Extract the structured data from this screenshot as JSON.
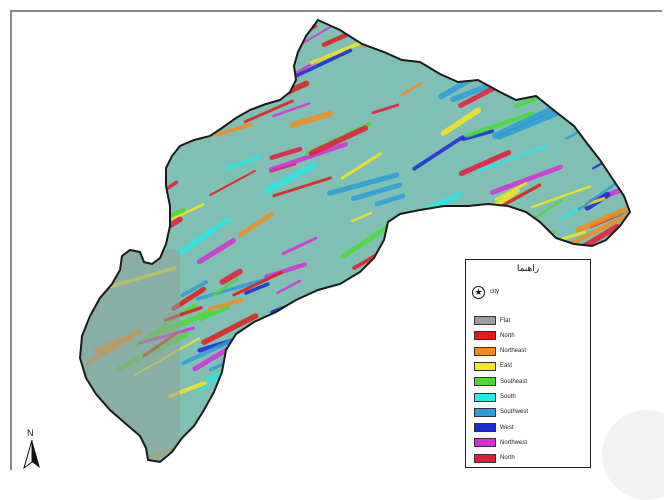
{
  "legend": {
    "title": "راهنما",
    "city_label": "city",
    "city_icon": "star-in-circle-icon",
    "items": [
      {
        "label": "Flat",
        "color": "#9e9e9e"
      },
      {
        "label": "North",
        "color": "#e21a1a"
      },
      {
        "label": "Northeast",
        "color": "#f28c1c"
      },
      {
        "label": "East",
        "color": "#f4e81e"
      },
      {
        "label": "Southeast",
        "color": "#4ed836"
      },
      {
        "label": "South",
        "color": "#2ee6e6"
      },
      {
        "label": "Southwest",
        "color": "#2e9cd8"
      },
      {
        "label": "West",
        "color": "#1c2ad4"
      },
      {
        "label": "Northwest",
        "color": "#d82ed6"
      },
      {
        "label": "North",
        "color": "#e8193a"
      }
    ]
  },
  "north_arrow": {
    "label": "N",
    "icon": "north-arrow-icon"
  },
  "colors": {
    "boundary": "#1a1a1a",
    "flat_region": "#8fa39a",
    "background": "#ffffff"
  }
}
